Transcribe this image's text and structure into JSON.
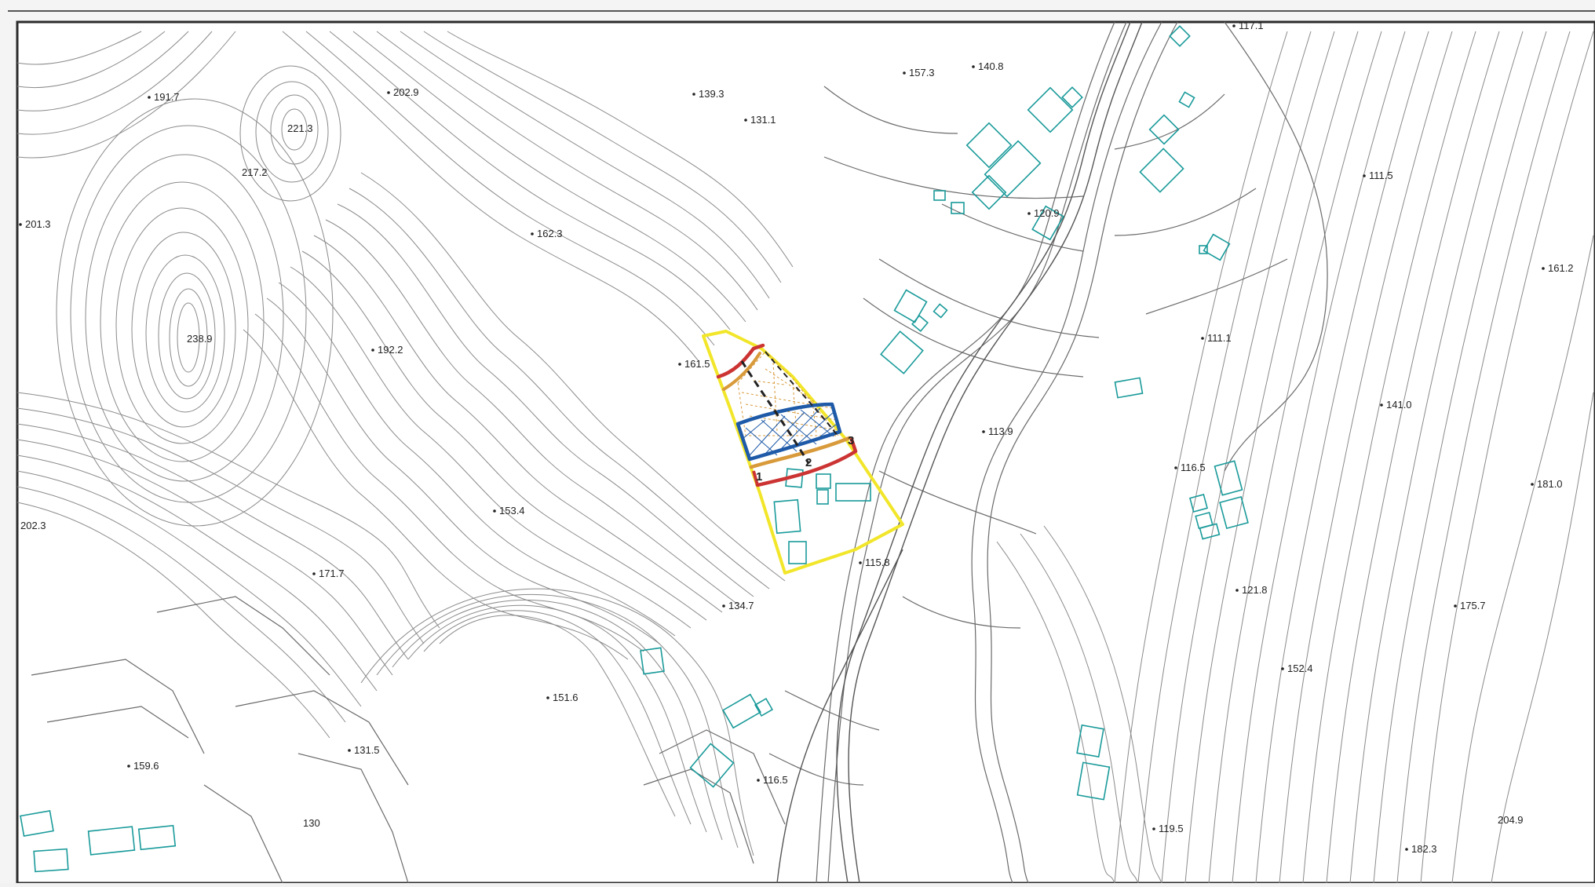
{
  "map": {
    "spot_heights": [
      {
        "id": "h1",
        "label": "191.7"
      },
      {
        "id": "h2",
        "label": "202.9"
      },
      {
        "id": "h3",
        "label": "221.3"
      },
      {
        "id": "h4",
        "label": "217.2"
      },
      {
        "id": "h5",
        "label": "201.3"
      },
      {
        "id": "h6",
        "label": "238.9"
      },
      {
        "id": "h7",
        "label": "192.2"
      },
      {
        "id": "h8",
        "label": "162.3"
      },
      {
        "id": "h9",
        "label": "139.3"
      },
      {
        "id": "h10",
        "label": "131.1"
      },
      {
        "id": "h11",
        "label": "157.3"
      },
      {
        "id": "h12",
        "label": "140.8"
      },
      {
        "id": "h13",
        "label": "117.1"
      },
      {
        "id": "h14",
        "label": "111.5"
      },
      {
        "id": "h15",
        "label": "120.9"
      },
      {
        "id": "h16",
        "label": "161.2"
      },
      {
        "id": "h17",
        "label": "161.5"
      },
      {
        "id": "h18",
        "label": "111.1"
      },
      {
        "id": "h19",
        "label": "141.0"
      },
      {
        "id": "h20",
        "label": "113.9"
      },
      {
        "id": "h21",
        "label": "116.5"
      },
      {
        "id": "h22",
        "label": "181.0"
      },
      {
        "id": "h23",
        "label": "202.3"
      },
      {
        "id": "h24",
        "label": "153.4"
      },
      {
        "id": "h25",
        "label": "115.8"
      },
      {
        "id": "h26",
        "label": "171.7"
      },
      {
        "id": "h27",
        "label": "121.8"
      },
      {
        "id": "h28",
        "label": "175.7"
      },
      {
        "id": "h29",
        "label": "134.7"
      },
      {
        "id": "h30",
        "label": "152.4"
      },
      {
        "id": "h31",
        "label": "151.6"
      },
      {
        "id": "h32",
        "label": "131.5"
      },
      {
        "id": "h33",
        "label": "159.6"
      },
      {
        "id": "h34",
        "label": "116.5"
      },
      {
        "id": "h35",
        "label": "130"
      },
      {
        "id": "h36",
        "label": "119.5"
      },
      {
        "id": "h37",
        "label": "204.9"
      },
      {
        "id": "h38",
        "label": "182.3"
      }
    ],
    "zone_labels": {
      "point_1": "1",
      "point_2": "2",
      "point_3": "3"
    },
    "colors": {
      "contour": "#8a8a8a",
      "building": "#1a9a9a",
      "study_area": "#f2e62a",
      "red_line": "#cc3333",
      "orange_band": "#d89a3a",
      "blue_zone": "#1e5aa8",
      "frame": "#2b2b2b"
    }
  }
}
